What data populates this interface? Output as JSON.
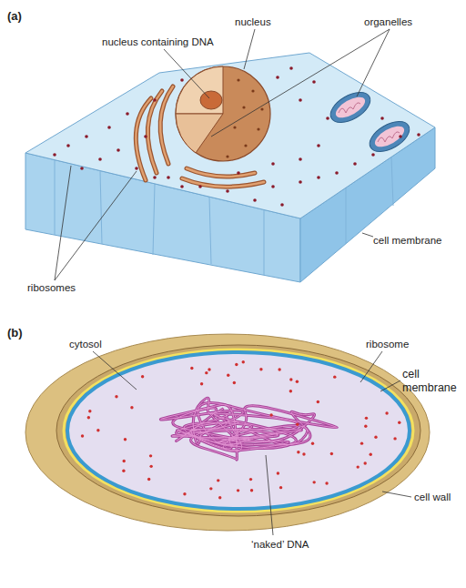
{
  "diagram": {
    "labels": [
      "(a)",
      "nucleus",
      "organelles",
      "nucleus containing DNA",
      "cell membrane",
      "ribosomes",
      "(b)",
      "cytosol",
      "ribosome",
      "cell membrane",
      "cell wall",
      "‘naked’ DNA"
    ]
  }
}
